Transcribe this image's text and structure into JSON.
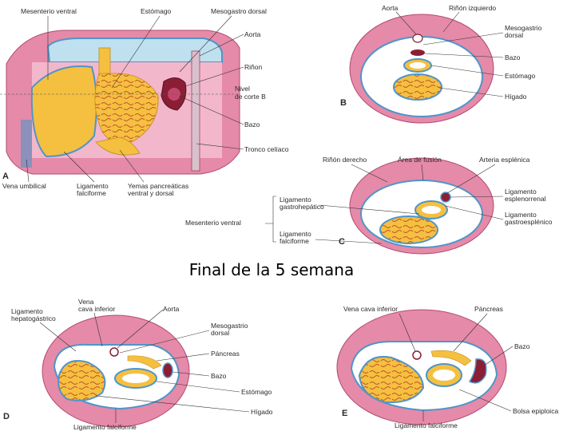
{
  "caption": "Final de la 5 semana",
  "panel_a": {
    "letter": "A",
    "labels": {
      "mesenterio_ventral": "Mesenterio ventral",
      "estomago": "Estómago",
      "mesogastro_dorsal": "Mesogastro dorsal",
      "aorta": "Aorta",
      "rinon": "Riñon",
      "nivel_corte_1": "Nivel",
      "nivel_corte_2": "de corte B",
      "bazo": "Bazo",
      "tronco_celiaco": "Tronco celíaco",
      "vena_umbilical": "Vena umbilical",
      "ligamento_falciforme_1": "Ligamento",
      "ligamento_falciforme_2": "falciforme",
      "yemas_1": "Yemas pancreáticas",
      "yemas_2": "ventral y dorsal"
    }
  },
  "panel_b": {
    "letter": "B",
    "labels": {
      "aorta": "Aorta",
      "rinon_izquierdo": "Riñón izquierdo",
      "mesogastrio_1": "Mesogastrio",
      "mesogastrio_2": "dorsal",
      "bazo": "Bazo",
      "estomago": "Estómago",
      "higado": "Hígado"
    }
  },
  "panel_c": {
    "letter": "C",
    "labels": {
      "rinon_derecho": "Riñón derecho",
      "area_fusion": "Área de fusión",
      "arteria_esplenica": "Arteria esplénica",
      "lig_gastrohepatico_1": "Ligamento",
      "lig_gastrohepatico_2": "gastrohepático",
      "mesenterio_ventral": "Mesenterio ventral",
      "lig_falciforme_1": "Ligamento",
      "lig_falciforme_2": "falciforme",
      "lig_esplenorrenal_1": "Ligamento",
      "lig_esplenorrenal_2": "esplenorrenal",
      "lig_gastroesplenico_1": "Ligamento",
      "lig_gastroesplenico_2": "gastroesplénico"
    }
  },
  "panel_d": {
    "letter": "D",
    "labels": {
      "lig_hepatogastrico_1": "Ligamento",
      "lig_hepatogastrico_2": "hepatogástrico",
      "vena_cava_1": "Vena",
      "vena_cava_2": "cava inferior",
      "aorta": "Aorta",
      "mesogastrio_1": "Mesogastrio",
      "mesogastrio_2": "dorsal",
      "pancreas": "Páncreas",
      "bazo": "Bazo",
      "estomago": "Estómago",
      "higado": "Hígado",
      "lig_falciforme": "Ligamento falciforme"
    }
  },
  "panel_e": {
    "letter": "E",
    "labels": {
      "vena_cava": "Vena cava inferior",
      "pancreas": "Páncreas",
      "bazo": "Bazo",
      "bolsa_epiploica": "Bolsa epiploica",
      "lig_falciforme": "Ligamento falciforme"
    }
  },
  "colors": {
    "wall_pink": "#e58aa8",
    "wall_dark": "#c5577e",
    "cavity_white": "#ffffff",
    "membrane_blue": "#4f95c9",
    "organ_yellow": "#f5c040",
    "vessel_red": "#8a1e35",
    "top_blue": "#bfe0ef"
  }
}
